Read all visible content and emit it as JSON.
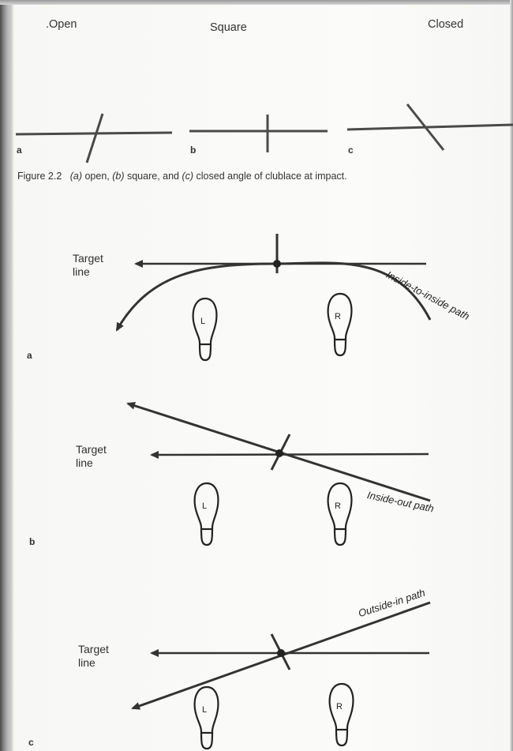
{
  "figure_2_2": {
    "labels": {
      "open": ".Open",
      "square": "Square",
      "closed": "Closed"
    },
    "letters": {
      "a": "a",
      "b": "b",
      "c": "c"
    },
    "caption": {
      "prefix": "Figure 2.2",
      "a_italic": "(a)",
      "a_text": " open, ",
      "b_italic": "(b)",
      "b_text": " square, and ",
      "c_italic": "(c)",
      "c_text": " closed angle of clublace at impact."
    }
  },
  "swing_paths": {
    "target_line_label": {
      "line1": "Target",
      "line2": "line"
    },
    "a": {
      "letter": "a",
      "path_label": "Inside-to-inside path"
    },
    "b": {
      "letter": "b",
      "path_label": "Inside-out path"
    },
    "c": {
      "letter": "c",
      "path_label": "Outside-in path"
    },
    "feet": {
      "left": "L",
      "right": "R"
    }
  }
}
